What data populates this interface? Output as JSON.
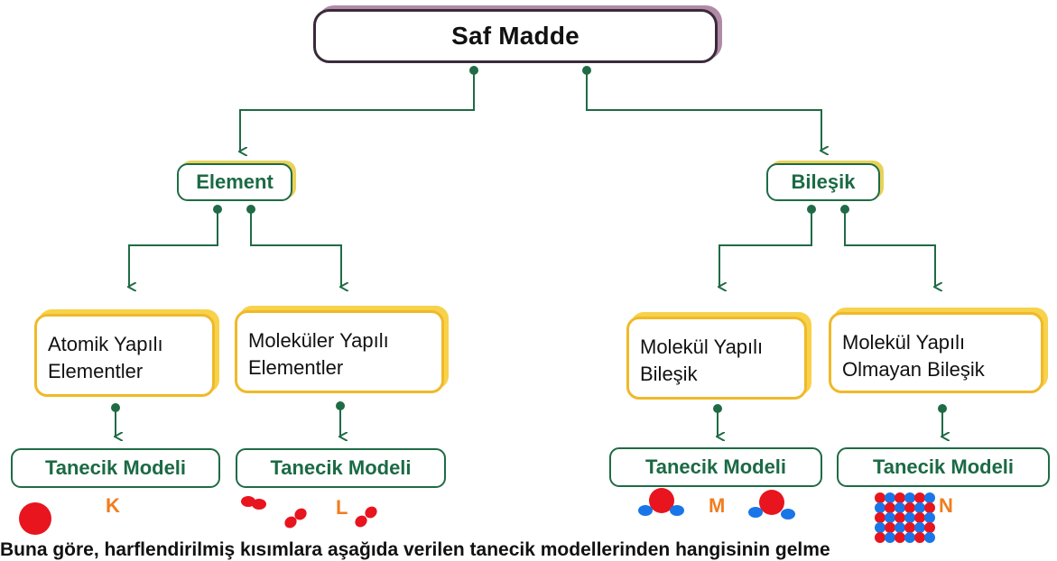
{
  "root": {
    "label": "Saf Madde"
  },
  "level1": {
    "left": "Element",
    "right": "Bileşik"
  },
  "categories": [
    {
      "line1": "Atomik Yapılı",
      "line2": "Elementler"
    },
    {
      "line1": "Moleküler Yapılı",
      "line2": "Elementler"
    },
    {
      "line1": "Molekül Yapılı",
      "line2": "Bileşik"
    },
    {
      "line1": "Molekül Yapılı",
      "line2": "Olmayan Bileşik"
    }
  ],
  "model_label": "Tanecik Modeli",
  "letters": [
    "K",
    "L",
    "M",
    "N"
  ],
  "bottom_text": "Buna göre, harflendirilmiş kısımlara aşağıda verilen tanecik modellerinden hangisinin gelme",
  "colors": {
    "green": "#1f6b45",
    "yellow": "#f0b928",
    "orange": "#f07d1f",
    "red": "#e8141e",
    "blue": "#1976e8"
  }
}
